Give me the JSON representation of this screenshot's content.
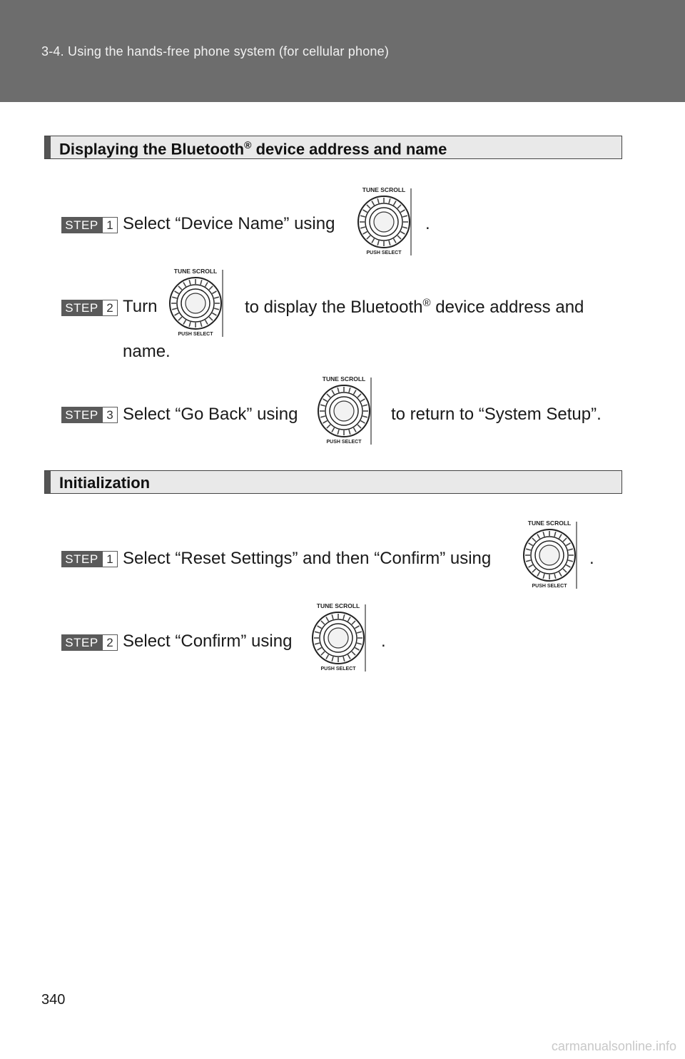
{
  "header": {
    "title": "3-4. Using the hands-free phone system (for cellular phone)"
  },
  "sections": [
    {
      "title": "Displaying the Bluetooth",
      "title_sup": "®",
      "title_rest": " device address and name",
      "steps": [
        {
          "label": "STEP",
          "number": "1",
          "text_before": "Select “Device Name” using",
          "text_after": "."
        },
        {
          "label": "STEP",
          "number": "2",
          "text_before": "Turn",
          "text_after": "to display the Bluetooth",
          "text_sup": "®",
          "text_after_rest": " device address and",
          "continuation": "name."
        },
        {
          "label": "STEP",
          "number": "3",
          "text_before": "Select “Go Back” using",
          "text_after": "to return to “System Setup”."
        }
      ]
    },
    {
      "title": "Initialization",
      "steps": [
        {
          "label": "STEP",
          "number": "1",
          "text_before": "Select “Reset Settings” and then “Confirm” using",
          "text_after": "."
        },
        {
          "label": "STEP",
          "number": "2",
          "text_before": "Select “Confirm” using",
          "text_after": "."
        }
      ]
    }
  ],
  "knob": {
    "top_label": "TUNE SCROLL",
    "bottom_label": "PUSH SELECT",
    "icon": "tune-scroll-knob-icon"
  },
  "page_number": "340",
  "watermark": "carmanualsonline.info"
}
